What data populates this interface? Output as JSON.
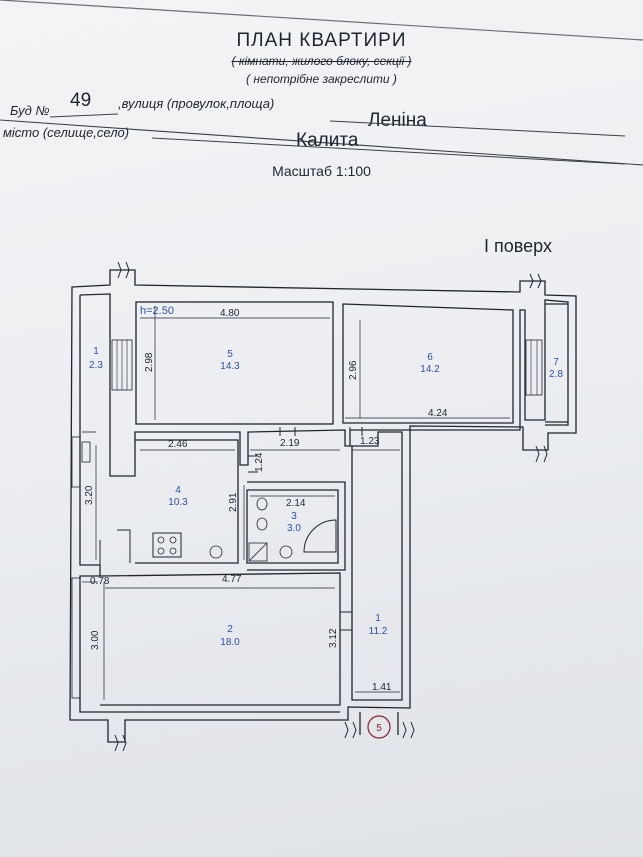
{
  "header": {
    "title": "ПЛАН КВАРТИРИ",
    "subtitle_struck": "( кімнати, жилого блоку, секції )",
    "subtitle_note": "( непотрібне закреслити )"
  },
  "address": {
    "building_label": "Буд №",
    "building_number": "49",
    "street_label": ",вулиця (провулок,площа)",
    "street_value": "Леніна",
    "city_label": "місто (селище,село)",
    "city_value": "Калита"
  },
  "scale": "Масштаб 1:100",
  "floor": "І поверх",
  "plan": {
    "ceiling_height": "h=2.50",
    "rooms": [
      {
        "number": "1",
        "area": "2.3"
      },
      {
        "number": "5",
        "area": "14.3"
      },
      {
        "number": "6",
        "area": "14.2"
      },
      {
        "number": "7",
        "area": "2.8"
      },
      {
        "number": "4",
        "area": "10.3"
      },
      {
        "number": "3",
        "area": "3.0"
      },
      {
        "number": "2",
        "area": "18.0"
      },
      {
        "number": "1",
        "area": "11.2"
      }
    ],
    "dimensions": {
      "d_4_80": "4.80",
      "d_2_98": "2.98",
      "d_2_96": "2.96",
      "d_4_24": "4.24",
      "d_2_46": "2.46",
      "d_2_19": "2.19",
      "d_1_23": "1.23",
      "d_1_24": "1.24",
      "d_2_91": "2.91",
      "d_2_14": "2.14",
      "d_3_20": "3.20",
      "d_0_78": "0.78",
      "d_4_77": "4.77",
      "d_3_00": "3.00",
      "d_3_12": "3.12",
      "d_1_41": "1.41"
    },
    "entrance_marker": "5"
  },
  "colors": {
    "ink": "#1f2430",
    "room_blue": "#2f4fa8"
  }
}
